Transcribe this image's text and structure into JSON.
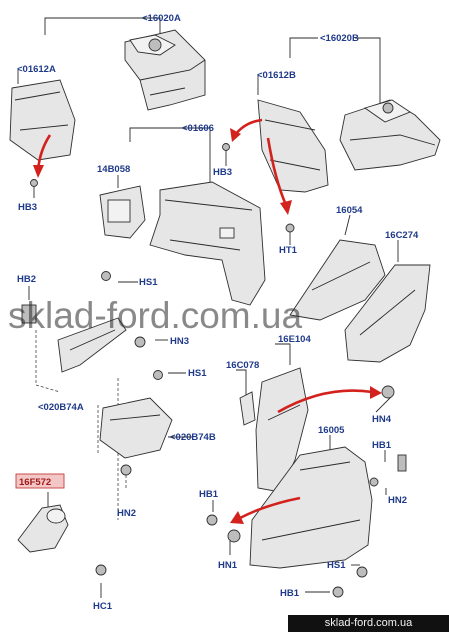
{
  "labels": {
    "l16020A": "<16020A",
    "l01612A": "<01612A",
    "l16020B": "<16020B",
    "l01612B": "<01612B",
    "l01606": "<01606",
    "l14B058": "14B058",
    "lHB3a": "HB3",
    "lHB3b": "HB3",
    "lHT1": "HT1",
    "l16054": "16054",
    "l16C274": "16C274",
    "lHB2": "HB2",
    "lHS1a": "HS1",
    "lHN3": "HN3",
    "lHS1b": "HS1",
    "l020B74A": "<020B74A",
    "l020B74B": "<020B74B",
    "l16C078": "16C078",
    "l16E104": "16E104",
    "lHN4": "HN4",
    "l16005": "16005",
    "lHB1a": "HB1",
    "lHN2a": "HN2",
    "lHB1b": "HB1",
    "lHN1": "HN1",
    "lHN2b": "HN2",
    "l16F572": "16F572",
    "lHC1": "HC1",
    "lHS1c": "HS1",
    "lHB1c": "HB1"
  },
  "watermark": "sklad-ford.com.ua",
  "footer": "sklad-ford.com.ua",
  "colors": {
    "label": "#1f3a8a",
    "arrow": "#d3221d",
    "highlight": "#f4c7c7"
  }
}
